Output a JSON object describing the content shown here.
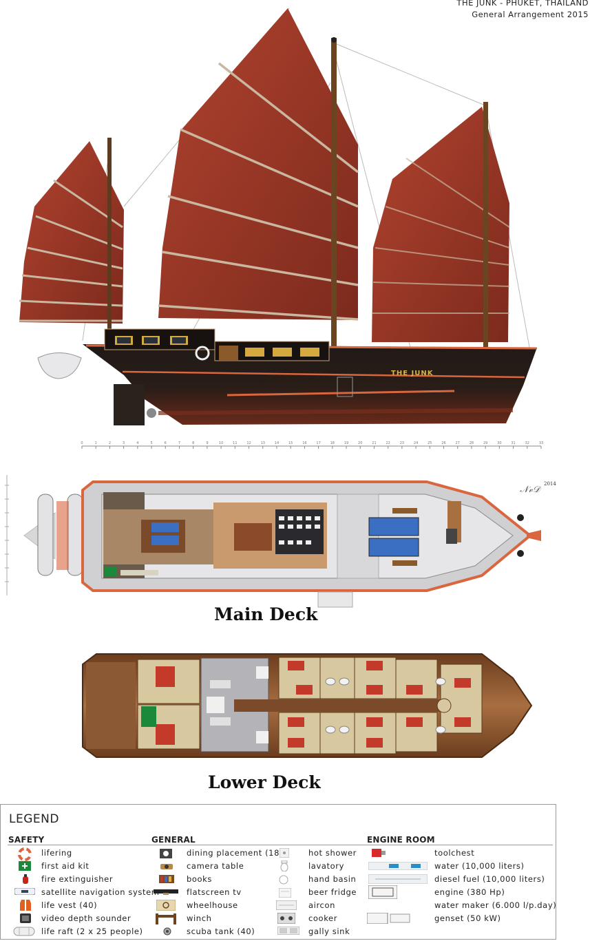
{
  "header": {
    "title": "THE JUNK - PHUKET, THAILAND",
    "subtitle": "General Arrangement 2015"
  },
  "profile": {
    "hull_name": "THE JUNK",
    "scale_labels": [
      "0",
      "1",
      "2",
      "3",
      "4",
      "5",
      "6",
      "7",
      "8",
      "9",
      "10",
      "11",
      "12",
      "13",
      "14",
      "15",
      "16",
      "17",
      "18",
      "19",
      "20",
      "21",
      "22",
      "23",
      "24",
      "25",
      "26",
      "27",
      "28",
      "29",
      "30",
      "31",
      "32",
      "33"
    ]
  },
  "decks": {
    "main_title": "Main Deck",
    "lower_title": "Lower Deck",
    "signature_year": "2014"
  },
  "legend": {
    "title": "LEGEND",
    "sections": {
      "safety": "SAFETY",
      "general": "GENERAL",
      "engine": "ENGINE ROOM"
    },
    "safety": [
      {
        "label": "lifering",
        "icon": "lifering-icon"
      },
      {
        "label": "first aid kit",
        "icon": "first-aid-kit-icon"
      },
      {
        "label": "fire extinguisher",
        "icon": "fire-extinguisher-icon"
      },
      {
        "label": "satellite navigation system",
        "icon": "satellite-nav-icon"
      },
      {
        "label": "life vest (40)",
        "icon": "life-vest-icon"
      },
      {
        "label": "video depth sounder",
        "icon": "depth-sounder-icon"
      },
      {
        "label": "life raft (2 x 25 people)",
        "icon": "life-raft-icon"
      }
    ],
    "general": [
      {
        "label": "dining placement (18)",
        "icon": "dining-placement-icon"
      },
      {
        "label": "camera table",
        "icon": "camera-table-icon"
      },
      {
        "label": "books",
        "icon": "books-icon"
      },
      {
        "label": "flatscreen tv",
        "icon": "flatscreen-tv-icon"
      },
      {
        "label": "wheelhouse",
        "icon": "wheelhouse-icon"
      },
      {
        "label": "winch",
        "icon": "winch-icon"
      },
      {
        "label": "scuba tank (40)",
        "icon": "scuba-tank-icon"
      }
    ],
    "general2": [
      {
        "label": "hot shower",
        "icon": "shower-icon"
      },
      {
        "label": "lavatory",
        "icon": "lavatory-icon"
      },
      {
        "label": "hand basin",
        "icon": "hand-basin-icon"
      },
      {
        "label": "beer fridge",
        "icon": "beer-fridge-icon"
      },
      {
        "label": "aircon",
        "icon": "aircon-icon"
      },
      {
        "label": "cooker",
        "icon": "cooker-icon"
      },
      {
        "label": "gally sink",
        "icon": "gally-sink-icon"
      }
    ],
    "engine": [
      {
        "label": "toolchest",
        "icon": "toolchest-icon"
      },
      {
        "label": "water (10,000 liters)",
        "icon": "water-tank-icon"
      },
      {
        "label": "diesel fuel (10,000 liters)",
        "icon": "diesel-tank-icon"
      },
      {
        "label": "engine (380 Hp)",
        "icon": "engine-icon"
      },
      {
        "label": "water maker (6.000 l/p.day)",
        "icon": "water-maker-icon"
      },
      {
        "label": "genset (50 kW)",
        "icon": "genset-icon"
      }
    ]
  },
  "colors": {
    "sail": "#9a3526",
    "hull_black": "#1c1714",
    "hull_red": "#5a2418",
    "trim": "#d9663f",
    "wood": "#7a4a2a",
    "deck": "#c9a27a"
  }
}
